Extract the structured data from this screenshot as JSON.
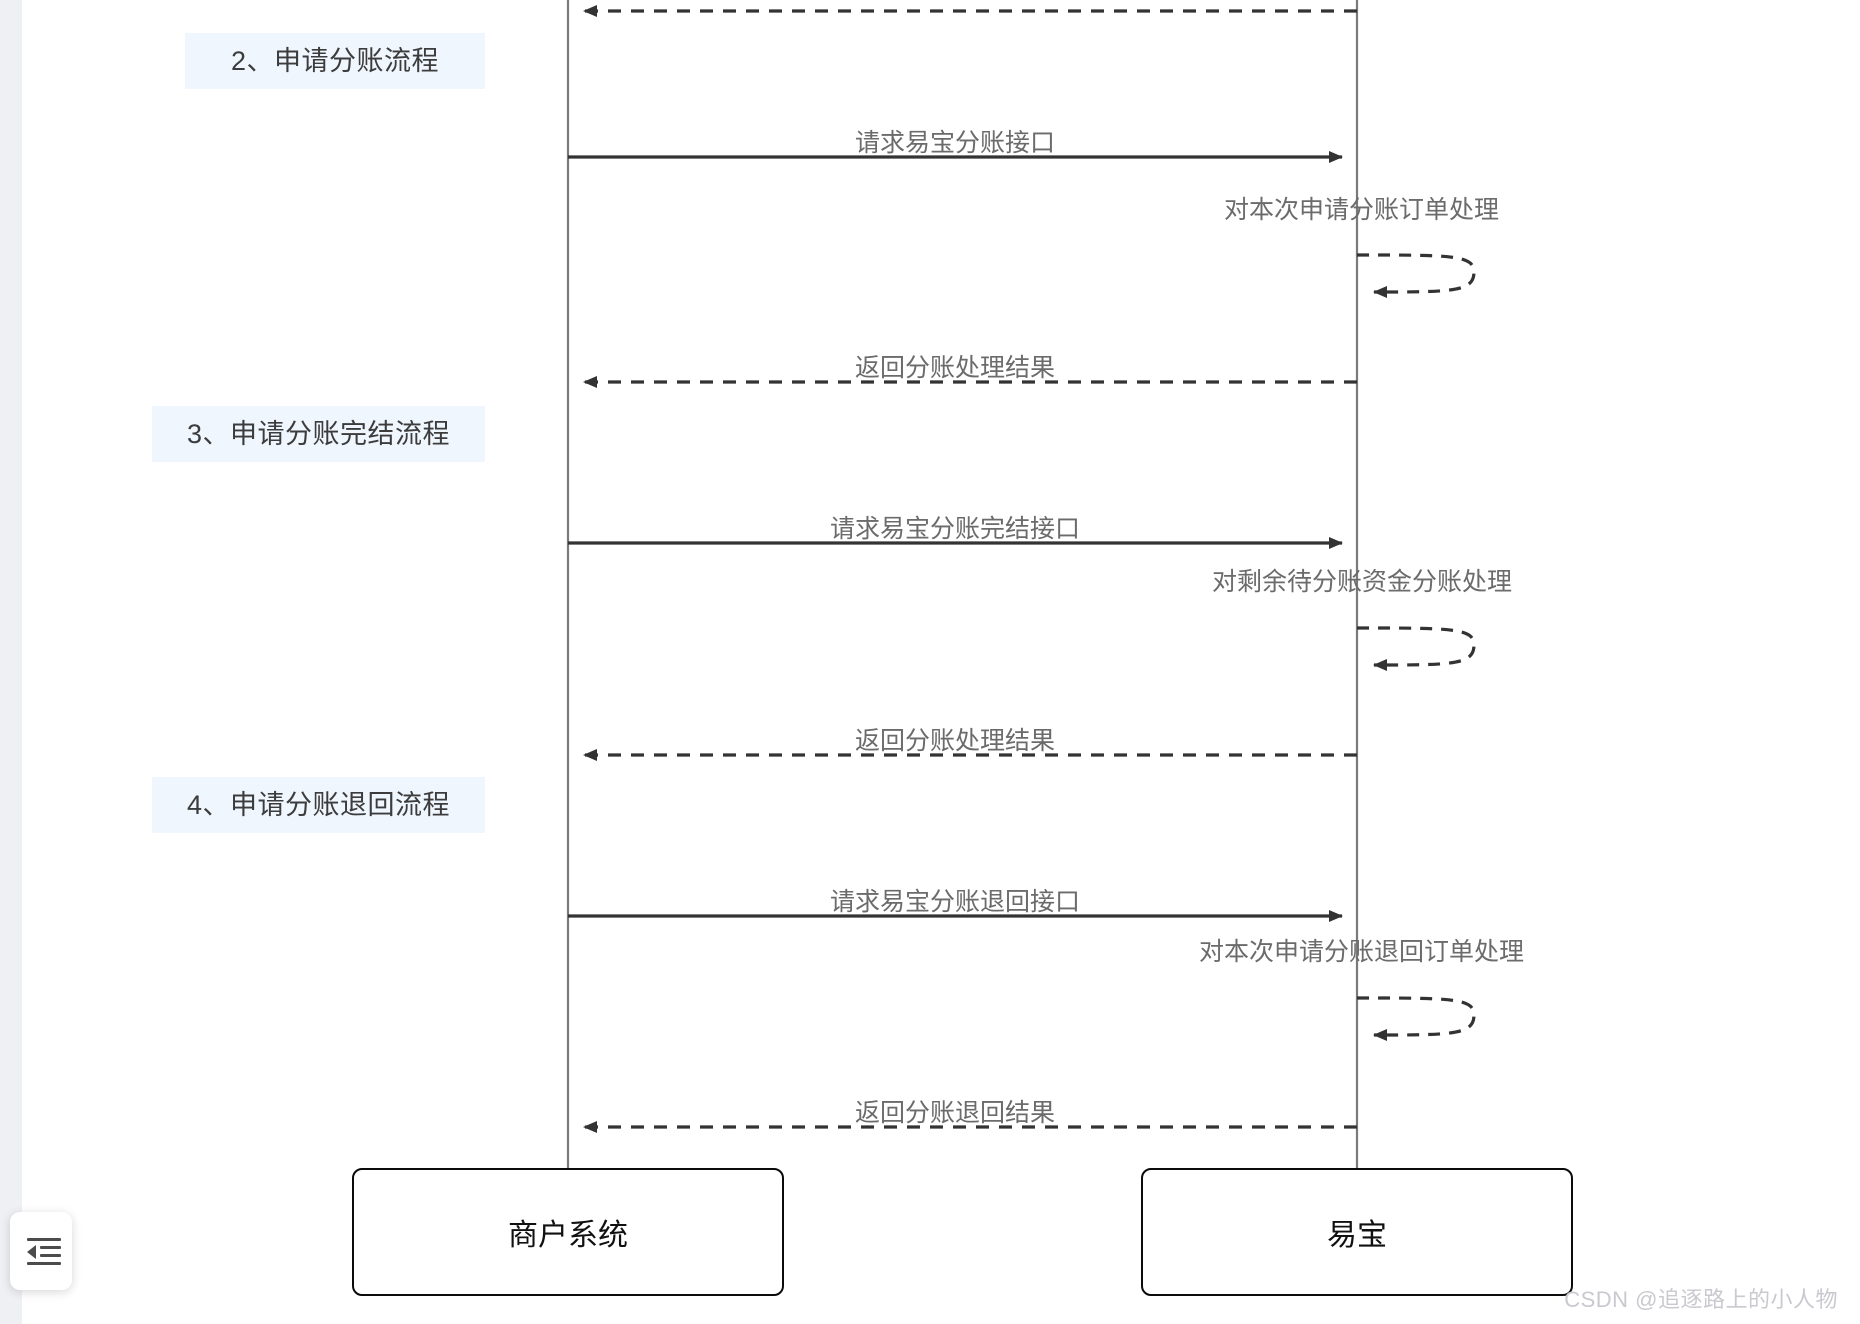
{
  "page": {
    "background": "#ffffff",
    "gutter_color": "#eff0f4"
  },
  "sidebar_toggle": {
    "name": "collapse-sidebar-button",
    "icon": "indent-left-icon"
  },
  "diagram": {
    "type": "sequence-diagram",
    "colors": {
      "chip_bg": "#eff6fe",
      "chip_text": "#3c3c3c",
      "lifeline": "#7a7a7a",
      "arrow": "#333333",
      "label_text": "#6b6b6b",
      "box_border": "#0b0b0b",
      "box_text": "#111111"
    },
    "participants": [
      {
        "id": "merchant",
        "label": "商户系统"
      },
      {
        "id": "yeepay",
        "label": "易宝"
      }
    ],
    "sections": [
      {
        "index": "2",
        "label": "2、申请分账流程"
      },
      {
        "index": "3",
        "label": "3、申请分账完结流程"
      },
      {
        "index": "4",
        "label": "4、申请分账退回流程"
      }
    ],
    "messages": [
      {
        "id": "m0",
        "from": "yeepay",
        "to": "merchant",
        "style": "dashed",
        "label": ""
      },
      {
        "id": "m1",
        "from": "merchant",
        "to": "yeepay",
        "style": "solid",
        "label": "请求易宝分账接口"
      },
      {
        "id": "m2",
        "from": "yeepay",
        "to": "yeepay",
        "style": "dashed",
        "label": "对本次申请分账订单处理"
      },
      {
        "id": "m3",
        "from": "yeepay",
        "to": "merchant",
        "style": "dashed",
        "label": "返回分账处理结果"
      },
      {
        "id": "m4",
        "from": "merchant",
        "to": "yeepay",
        "style": "solid",
        "label": "请求易宝分账完结接口"
      },
      {
        "id": "m5",
        "from": "yeepay",
        "to": "yeepay",
        "style": "dashed",
        "label": "对剩余待分账资金分账处理"
      },
      {
        "id": "m6",
        "from": "yeepay",
        "to": "merchant",
        "style": "dashed",
        "label": "返回分账处理结果"
      },
      {
        "id": "m7",
        "from": "merchant",
        "to": "yeepay",
        "style": "solid",
        "label": "请求易宝分账退回接口"
      },
      {
        "id": "m8",
        "from": "yeepay",
        "to": "yeepay",
        "style": "dashed",
        "label": "对本次申请分账退回订单处理"
      },
      {
        "id": "m9",
        "from": "yeepay",
        "to": "merchant",
        "style": "dashed",
        "label": "返回分账退回结果"
      }
    ]
  },
  "watermark": {
    "text": "CSDN @追逐路上的小人物"
  }
}
